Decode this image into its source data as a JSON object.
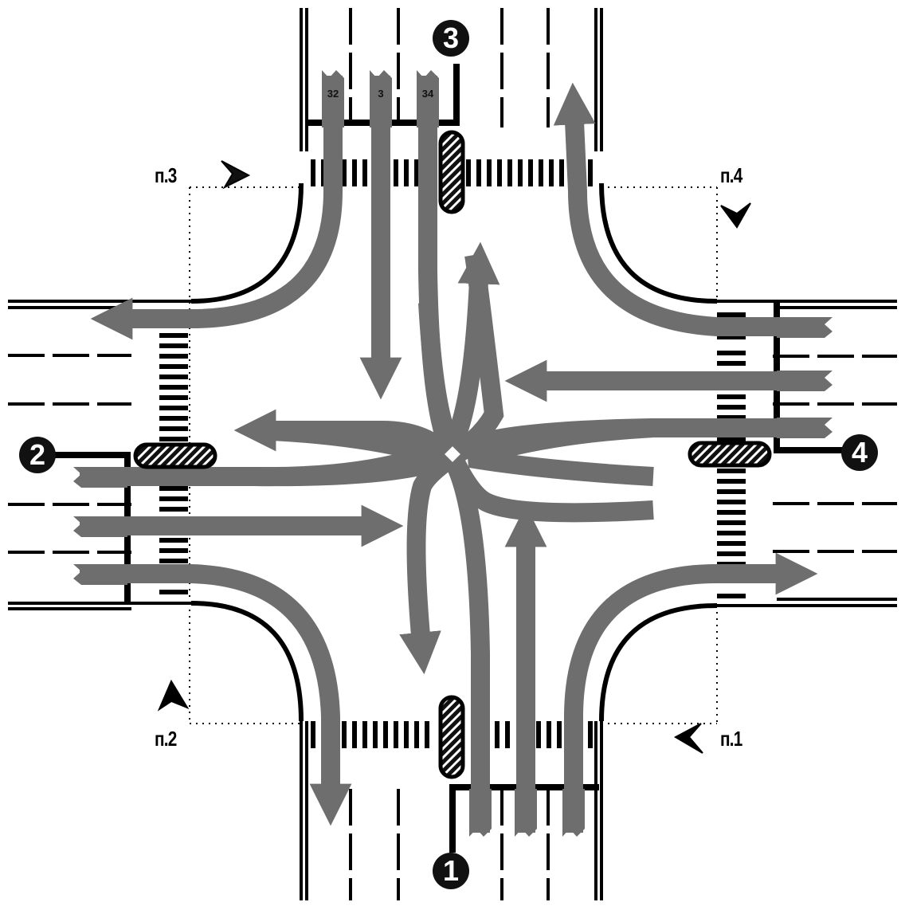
{
  "diagram": {
    "type": "intersection-traffic-scheme",
    "background_color": "#ffffff",
    "line_color": "#000000",
    "flow_color": "#6e6e6e",
    "approaches": [
      {
        "id": "1",
        "badge": "1",
        "position": "south",
        "lane_labels": [
          "",
          "",
          ""
        ]
      },
      {
        "id": "2",
        "badge": "2",
        "position": "west",
        "lane_labels": [
          "",
          "",
          ""
        ]
      },
      {
        "id": "3",
        "badge": "3",
        "position": "north",
        "lane_labels": [
          "32",
          "3",
          "34"
        ]
      },
      {
        "id": "4",
        "badge": "4",
        "position": "east",
        "lane_labels": [
          "",
          "",
          ""
        ]
      }
    ],
    "corner_points": [
      {
        "label": "п.1",
        "position": "south-east"
      },
      {
        "label": "п.2",
        "position": "south-west"
      },
      {
        "label": "п.3",
        "position": "north-west"
      },
      {
        "label": "п.4",
        "position": "north-east"
      }
    ],
    "pedestrian_crossings": [
      "north",
      "south",
      "west",
      "east"
    ],
    "refuge_islands": [
      "north",
      "south",
      "west",
      "east"
    ],
    "movements": {
      "per_approach": [
        "left",
        "through",
        "right"
      ],
      "u_turn_weave_center": true
    }
  }
}
